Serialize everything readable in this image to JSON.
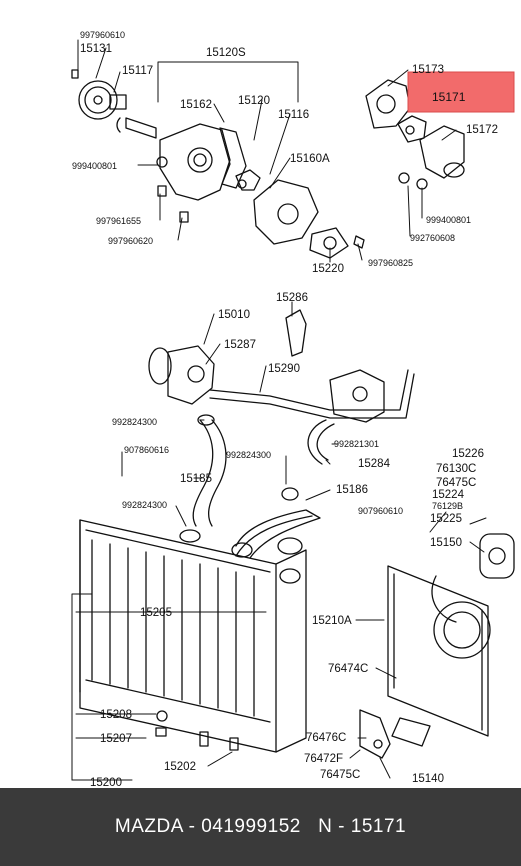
{
  "labels": {
    "p997960610_top": "997960610",
    "p15131": "15131",
    "p15117": "15117",
    "p15120S": "15120S",
    "p15162": "15162",
    "p15120": "15120",
    "p15116": "15116",
    "p999400801_left": "999400801",
    "p15160A": "15160A",
    "p997961655": "997961655",
    "p997960620": "997960620",
    "p15220": "15220",
    "p997960825": "997960825",
    "p15173": "15173",
    "p15171": "15171",
    "p15172": "15172",
    "p999400801_right": "999400801",
    "p992760608": "992760608",
    "p15286": "15286",
    "p15010": "15010",
    "p15287": "15287",
    "p15290": "15290",
    "p992824300_a": "992824300",
    "p992821301": "992821301",
    "p15284": "15284",
    "p907860616": "907860616",
    "p992824300_b": "992824300",
    "p15185": "15185",
    "p15186": "15186",
    "p992824300_c": "992824300",
    "p15226": "15226",
    "p76130C": "76130C",
    "p76475C_top": "76475C",
    "p15224": "15224",
    "p76129B": "76129B",
    "p907960610_mid": "907960610",
    "p15225": "15225",
    "p15150": "15150",
    "p15205": "15205",
    "p15210A": "15210A",
    "p76474C": "76474C",
    "p15208": "15208",
    "p15207": "15207",
    "p15202": "15202",
    "p76476C": "76476C",
    "p76472F": "76472F",
    "p76475C_bot": "76475C",
    "p15140": "15140",
    "p15200": "15200"
  },
  "highlight": {
    "part": "15171",
    "color": "#f26b6b"
  },
  "footer": {
    "text": "MAZDA - 041999152   N - 15171"
  },
  "colors": {
    "background": "#ffffff",
    "footer_bg": "#3a3a3a",
    "footer_text": "#ffffff"
  }
}
